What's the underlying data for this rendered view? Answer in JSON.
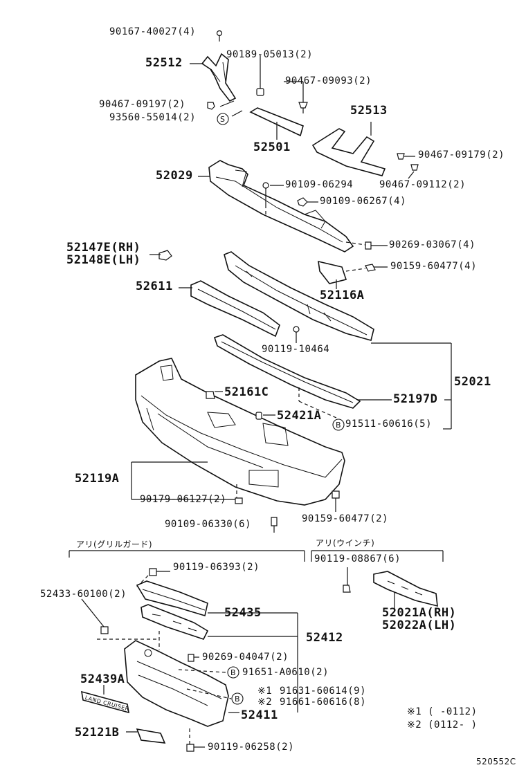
{
  "diagram_id": "520552C",
  "labels": {
    "p90167": "90167-40027(4)",
    "p52512": "52512",
    "p90189": "90189-05013(2)",
    "p90467_09093": "90467-09093(2)",
    "p90467_09197": "90467-09197(2)",
    "p93560": "93560-55014(2)",
    "p52513": "52513",
    "p52501": "52501",
    "p90467_09179": "90467-09179(2)",
    "p52029": "52029",
    "p90467_09112": "90467-09112(2)",
    "p90109_06294": "90109-06294",
    "p90109_06267": "90109-06267(4)",
    "p52147": "52147E(RH)",
    "p52148": "52148E(LH)",
    "p90269_03067": "90269-03067(4)",
    "p90159_60477_4": "90159-60477(4)",
    "p52611": "52611",
    "p52116A": "52116A",
    "p90119_10464": "90119-10464",
    "p52021": "52021",
    "p52161C": "52161C",
    "p52197D": "52197D",
    "p52421A": "52421A",
    "p91511": "91511-60616(5)",
    "p52119A": "52119A",
    "p90179": "90179-06127(2)",
    "p90109_06330": "90109-06330(6)",
    "p90159_60477_2": "90159-60477(2)",
    "grille_guard": "アリ(グリルガード)",
    "winch": "アリ(ウインチ)",
    "p90119_06393": "90119-06393(2)",
    "p90119_08867": "90119-08867(6)",
    "p52433": "52433-60100(2)",
    "p52435": "52435",
    "p52021A": "52021A(RH)",
    "p52022A": "52022A(LH)",
    "p52412": "52412",
    "p90269_04047": "90269-04047(2)",
    "p52439A": "52439A",
    "p91651": "91651-A0610(2)",
    "emblem_text": "LAND CRUISER",
    "p91631_mark": "※1",
    "p91631": "91631-60614(9)",
    "p91661_mark": "※2",
    "p91661": "91661-60616(8)",
    "p52411": "52411",
    "p52121B": "52121B",
    "p90119_06258": "90119-06258(2)",
    "note1": "※1 (     -0112)",
    "note2": "※2 (0112-     )",
    "circle_s": "S",
    "circle_b": "B"
  }
}
